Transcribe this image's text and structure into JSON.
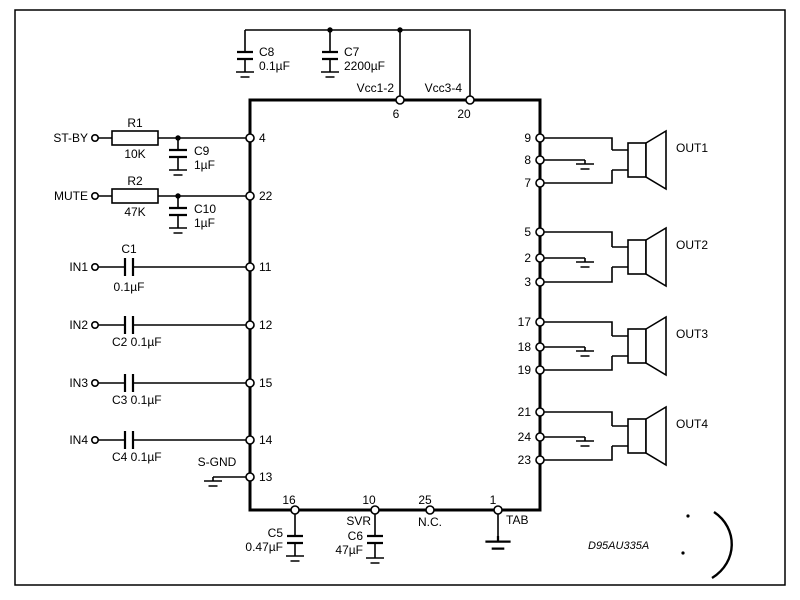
{
  "figure": {
    "code": "D95AU335A"
  },
  "colors": {
    "ink": "#000000",
    "paper": "#ffffff"
  },
  "supply": {
    "c8": {
      "ref": "C8",
      "value": "0.1µF"
    },
    "c7": {
      "ref": "C7",
      "value": "2200µF"
    },
    "vcc12_label": "Vcc1-2",
    "vcc34_label": "Vcc3-4",
    "pin6": "6",
    "pin20": "20"
  },
  "left": {
    "stby": {
      "label": "ST-BY",
      "r_ref": "R1",
      "r_value": "10K",
      "c_ref": "C9",
      "c_value": "1µF",
      "pin": "4"
    },
    "mute": {
      "label": "MUTE",
      "r_ref": "R2",
      "r_value": "47K",
      "c_ref": "C10",
      "c_value": "1µF",
      "pin": "22"
    },
    "in1": {
      "label": "IN1",
      "c_ref": "C1",
      "c_value": "0.1µF",
      "pin": "11"
    },
    "in2": {
      "label": "IN2",
      "c_label": "C2 0.1µF",
      "pin": "12"
    },
    "in3": {
      "label": "IN3",
      "c_label": "C3 0.1µF",
      "pin": "15"
    },
    "in4": {
      "label": "IN4",
      "c_label": "C4 0.1µF",
      "pin": "14"
    },
    "sgnd": {
      "label": "S-GND",
      "pin": "13"
    }
  },
  "bottom": {
    "pin16": "16",
    "c5": {
      "ref": "C5",
      "value": "0.47µF"
    },
    "pin10": "10",
    "svr_label": "SVR",
    "c6": {
      "ref": "C6",
      "value": "47µF"
    },
    "pin25": "25",
    "nc_label": "N.C.",
    "pin1": "1",
    "tab_label": "TAB"
  },
  "outputs": {
    "out1": {
      "label": "OUT1",
      "pin_top": "9",
      "pin_mid": "8",
      "pin_bottom": "7"
    },
    "out2": {
      "label": "OUT2",
      "pin_top": "5",
      "pin_mid": "2",
      "pin_bottom": "3"
    },
    "out3": {
      "label": "OUT3",
      "pin_top": "17",
      "pin_mid": "18",
      "pin_bottom": "19"
    },
    "out4": {
      "label": "OUT4",
      "pin_top": "21",
      "pin_mid": "24",
      "pin_bottom": "23"
    }
  }
}
